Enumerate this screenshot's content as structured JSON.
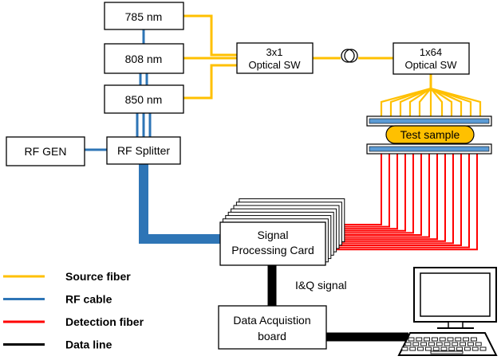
{
  "colors": {
    "source_fiber": "#FFC000",
    "rf_cable": "#2E75B6",
    "detection_fiber": "#FF0000",
    "data_line": "#000000",
    "test_sample_fill": "#FFC000",
    "sample_plate": "#5B9BD5"
  },
  "boxes": {
    "laser_785": "785 nm",
    "laser_808": "808 nm",
    "laser_850": "850 nm",
    "rf_gen": "RF GEN",
    "rf_splitter": "RF Splitter",
    "optical_sw_3x1_line1": "3x1",
    "optical_sw_3x1_line2": "Optical SW",
    "optical_sw_1x64_line1": "1x64",
    "optical_sw_1x64_line2": "Optical SW",
    "signal_card_line1": "Signal",
    "signal_card_line2": "Processing Card",
    "daq_line1": "Data Acquistion",
    "daq_line2": "board"
  },
  "labels": {
    "test_sample": "Test sample",
    "iq_signal": "I&Q signal"
  },
  "legend": [
    {
      "label": "Source fiber",
      "color": "#FFC000"
    },
    {
      "label": "RF cable",
      "color": "#2E75B6"
    },
    {
      "label": "Detection fiber",
      "color": "#FF0000"
    },
    {
      "label": "Data line",
      "color": "#000000"
    }
  ],
  "icons": {
    "fiber_coil": "fiber-coil-icon",
    "computer": "computer-icon"
  }
}
